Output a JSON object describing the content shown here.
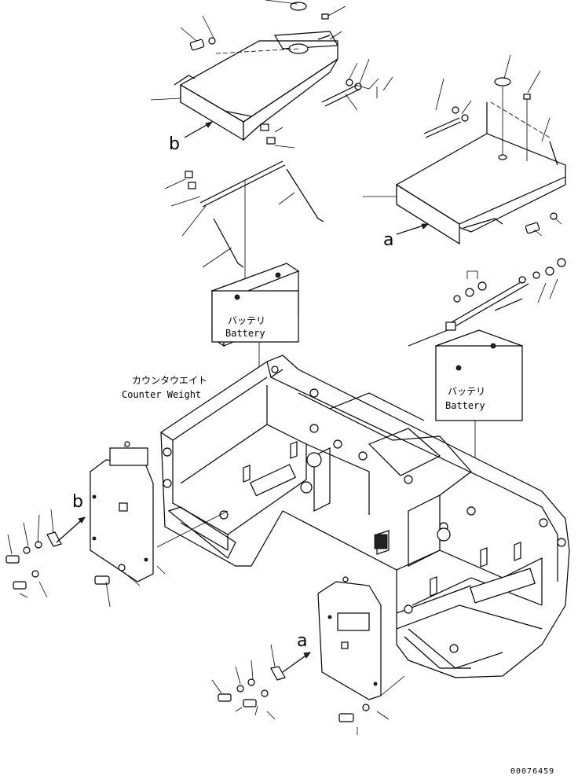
{
  "labels": {
    "battery_jp": "バッテリ",
    "battery_en": "Battery",
    "counterweight_jp": "カウンタウエイト",
    "counterweight_en": "Counter Weight",
    "view_a": "a",
    "view_b": "b",
    "drawing_number": "00076459"
  }
}
